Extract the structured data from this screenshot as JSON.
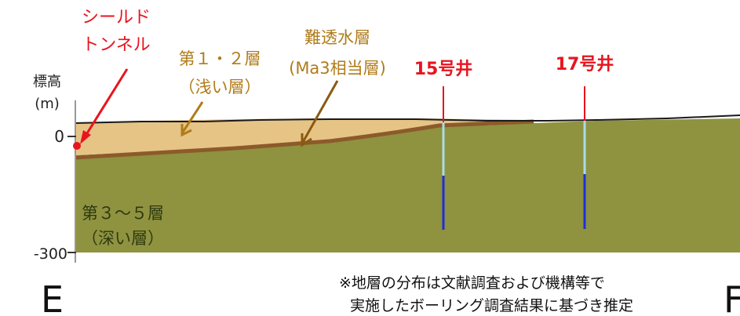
{
  "axis": {
    "title_line1": "標高",
    "title_line2": "(m)",
    "tick_top": "0",
    "tick_bottom": "-300"
  },
  "labels": {
    "shield_line1": "シールド",
    "shield_line2": "トンネル",
    "layer12_line1": "第１・２層",
    "layer12_line2": "（浅い層）",
    "aquitard_line1": "難透水層",
    "aquitard_line2": "(Ma3相当層)",
    "layer35_line1": "第３～５層",
    "layer35_line2": "（深い層）"
  },
  "wells": [
    {
      "label": "15号井"
    },
    {
      "label": "17号井"
    }
  ],
  "section_ends": {
    "left": "E",
    "right": "F"
  },
  "note": {
    "line1": "※地層の分布は文献調査および機構等で",
    "line2": "実施したボーリング調査結果に基づき推定"
  },
  "colors": {
    "shallow_layer": "#e6c485",
    "aquitard_band": "#8c5a2b",
    "deep_layer": "#8f923f",
    "surface_line": "#1a1a1a",
    "red_label": "#e8141e",
    "brown_label": "#b07c1a",
    "dark_brown_arrow": "#8a5a12",
    "well_casing": "#a8dde8",
    "well_screen": "#1f2fd8",
    "deep_label": "#2f3a10"
  }
}
